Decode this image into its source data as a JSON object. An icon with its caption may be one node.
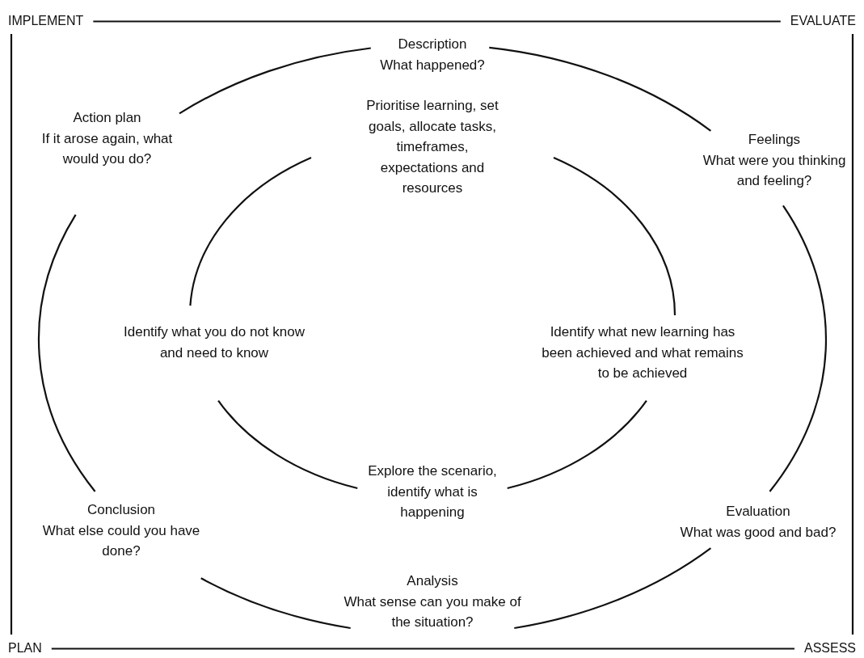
{
  "diagram": {
    "nodes": [
      {
        "text": [
          "IMPLEMENT"
        ]
      },
      {
        "text": [
          "EVALUATE"
        ]
      },
      {
        "text": [
          "PLAN"
        ]
      },
      {
        "text": [
          "ASSESS"
        ]
      },
      {
        "text": [
          "Description",
          "What happened?"
        ]
      },
      {
        "text": [
          "Feelings",
          "What were you thinking and feeling?"
        ]
      },
      {
        "text": [
          "Evaluation",
          "What was good and bad?"
        ]
      },
      {
        "text": [
          "Analysis",
          "What sense can you make of the situation?"
        ]
      },
      {
        "text": [
          "Conclusion",
          "What else could you have done?"
        ]
      },
      {
        "text": [
          "Action plan",
          "If it arose again, what would you do?"
        ]
      },
      {
        "text": [
          "Prioritise learning, set goals, allocate tasks, timeframes, expectations and resources"
        ]
      },
      {
        "text": [
          "Identify what new learning has been achieved and what remains to be achieved"
        ]
      },
      {
        "text": [
          "Explore the scenario, identify what is happening"
        ]
      },
      {
        "text": [
          "Identify what you do not know and need to know"
        ]
      }
    ],
    "edges": [
      {
        "from": 0,
        "to": 1,
        "arrow": "none"
      },
      {
        "from": 0,
        "to": 2,
        "arrow": "none"
      },
      {
        "from": 1,
        "to": 3,
        "arrow": "none"
      },
      {
        "from": 2,
        "to": 3,
        "arrow": "none"
      },
      {
        "from": 4,
        "to": 5,
        "arrow": "none"
      },
      {
        "from": 5,
        "to": 6,
        "arrow": "none"
      },
      {
        "from": 6,
        "to": 7,
        "arrow": "none"
      },
      {
        "from": 7,
        "to": 8,
        "arrow": "none"
      },
      {
        "from": 8,
        "to": 9,
        "arrow": "none"
      },
      {
        "from": 9,
        "to": 4,
        "arrow": "none"
      },
      {
        "from": 10,
        "to": 11,
        "arrow": "none"
      },
      {
        "from": 11,
        "to": 12,
        "arrow": "none"
      },
      {
        "from": 12,
        "to": 13,
        "arrow": "none"
      },
      {
        "from": 13,
        "to": 10,
        "arrow": "none"
      }
    ]
  }
}
